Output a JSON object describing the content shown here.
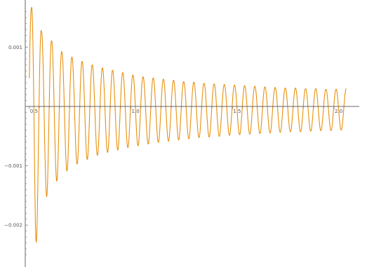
{
  "chart_data": {
    "type": "line",
    "title": "",
    "xlabel": "",
    "ylabel": "",
    "xlim": [
      0.48,
      2.1
    ],
    "ylim": [
      -0.0026,
      0.0017
    ],
    "grid": false,
    "legend": "none",
    "x_ticks": [
      {
        "value": 0.5,
        "label": "0.5"
      },
      {
        "value": 1.0,
        "label": "1.0"
      },
      {
        "value": 1.5,
        "label": "1.5"
      },
      {
        "value": 2.0,
        "label": "2.0"
      }
    ],
    "y_ticks": [
      {
        "value": 0.001,
        "label": "0.001"
      },
      {
        "value": -0.001,
        "label": "−0.001"
      },
      {
        "value": -0.002,
        "label": "−0.002"
      }
    ],
    "series": [
      {
        "color": "#e8900c",
        "x_start": 0.5,
        "x_end": 2.06,
        "frequency": 20,
        "offset": -5e-05,
        "peaks": [
          [
            0.51,
            0.0017
          ],
          [
            0.53,
            -0.0024
          ],
          [
            0.56,
            0.0013
          ],
          [
            0.59,
            -0.0015
          ],
          [
            0.61,
            0.00115
          ],
          [
            0.64,
            -0.00122
          ],
          [
            0.66,
            0.00097
          ],
          [
            0.69,
            -0.00105
          ],
          [
            0.71,
            0.00088
          ],
          [
            0.74,
            -0.00093
          ],
          [
            0.76,
            0.00081
          ],
          [
            0.79,
            -0.00085
          ],
          [
            0.81,
            0.00075
          ],
          [
            0.84,
            -0.00078
          ],
          [
            0.86,
            0.0007
          ],
          [
            0.89,
            -0.00073
          ],
          [
            0.91,
            0.00066
          ],
          [
            0.94,
            -0.00069
          ],
          [
            0.96,
            0.00062
          ],
          [
            0.99,
            -0.00065
          ],
          [
            1.01,
            0.00058
          ],
          [
            1.04,
            -0.00062
          ],
          [
            1.06,
            0.00055
          ],
          [
            1.09,
            -0.00059
          ],
          [
            1.11,
            0.00053
          ],
          [
            1.14,
            -0.00056
          ],
          [
            1.16,
            0.00051
          ],
          [
            1.19,
            -0.00054
          ],
          [
            1.21,
            0.00049
          ],
          [
            1.24,
            -0.00052
          ],
          [
            1.26,
            0.00047
          ],
          [
            1.29,
            -0.0005
          ],
          [
            1.31,
            0.00046
          ],
          [
            1.34,
            -0.00048
          ],
          [
            1.36,
            0.00044
          ],
          [
            1.39,
            -0.00047
          ],
          [
            1.41,
            0.00043
          ],
          [
            1.44,
            -0.00046
          ],
          [
            1.46,
            0.00042
          ],
          [
            1.49,
            -0.00044
          ],
          [
            1.51,
            0.00041
          ],
          [
            1.54,
            -0.00043
          ],
          [
            1.56,
            0.0004
          ],
          [
            1.59,
            -0.00042
          ],
          [
            1.61,
            0.00039
          ],
          [
            1.64,
            -0.00041
          ],
          [
            1.66,
            0.00038
          ],
          [
            1.69,
            -0.0004
          ],
          [
            1.71,
            0.00037
          ],
          [
            1.74,
            -0.00039
          ],
          [
            1.76,
            0.00036
          ],
          [
            1.79,
            -0.00038
          ],
          [
            1.81,
            0.00036
          ],
          [
            1.84,
            -0.00038
          ],
          [
            1.86,
            0.00035
          ],
          [
            1.89,
            -0.00037
          ],
          [
            1.91,
            0.00035
          ],
          [
            1.94,
            -0.00036
          ],
          [
            1.96,
            0.00034
          ],
          [
            1.99,
            -0.00036
          ],
          [
            2.01,
            0.00034
          ],
          [
            2.04,
            -0.00035
          ]
        ]
      }
    ]
  }
}
